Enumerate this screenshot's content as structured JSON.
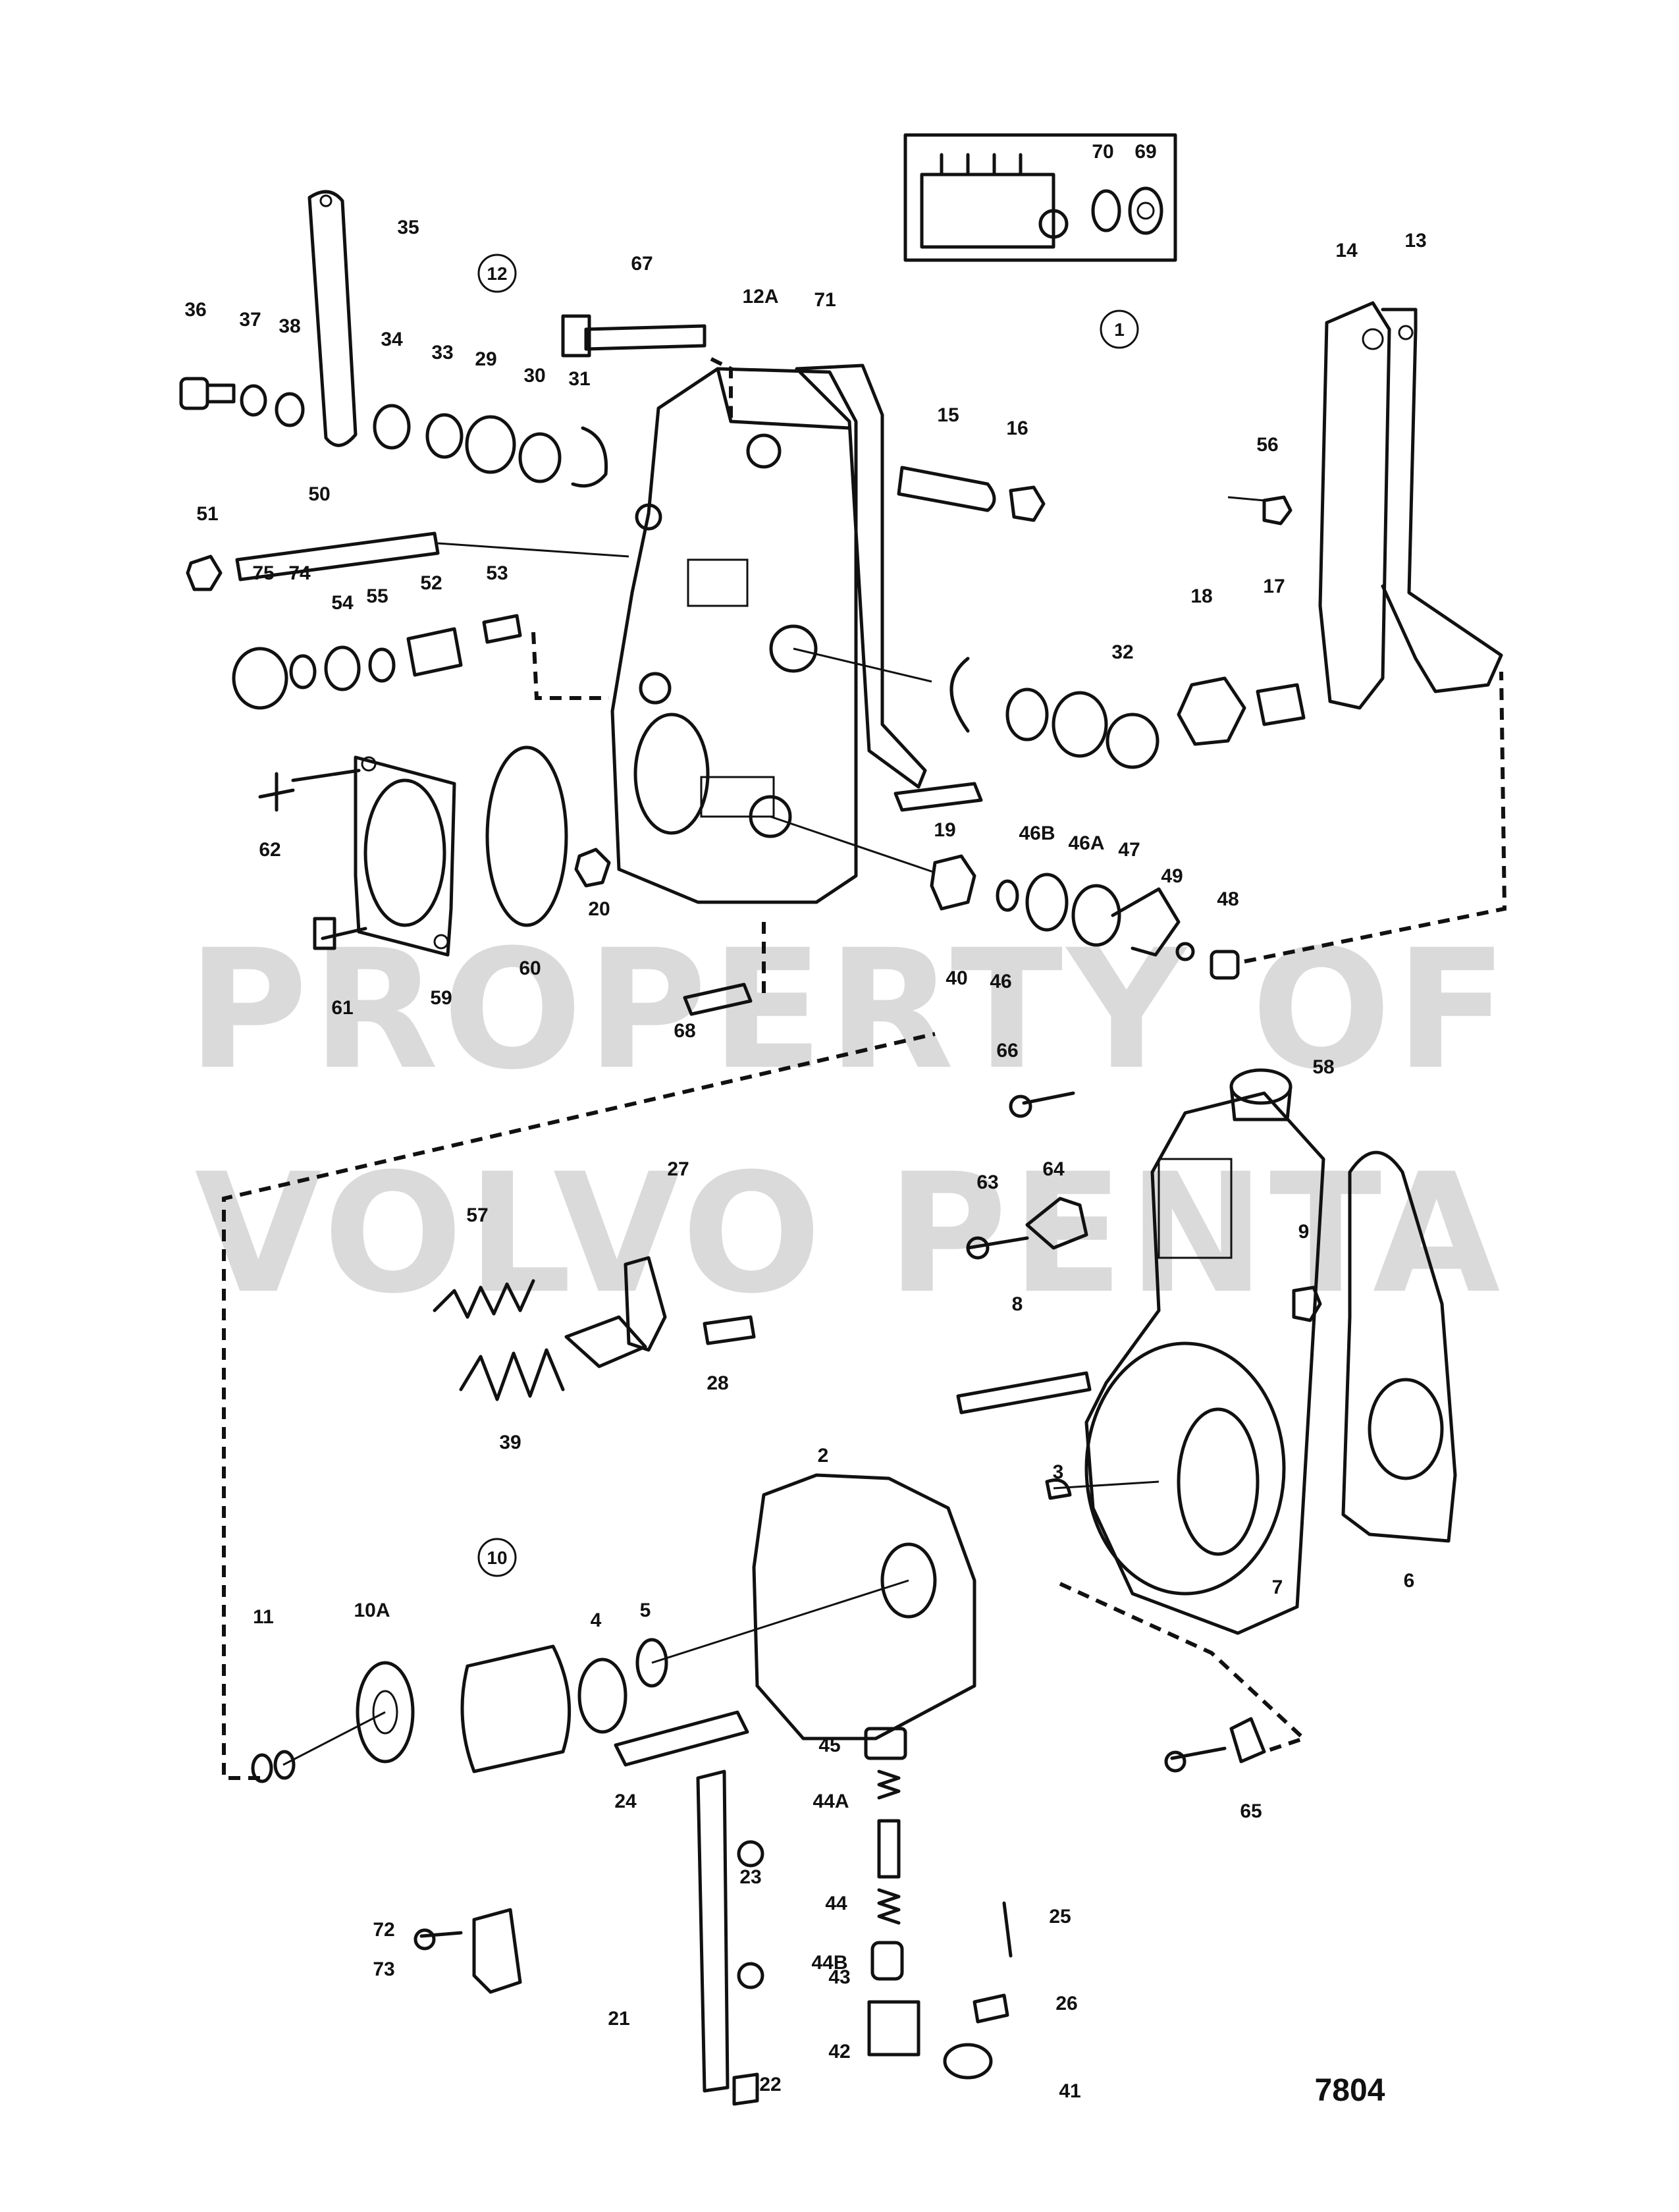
{
  "figure_number": "7804",
  "watermark": {
    "line1": "PROPERTY OF",
    "line2": "VOLVO PENTA"
  },
  "assembly_callouts": [
    "12",
    "1",
    "10"
  ],
  "part_labels": [
    "1",
    "2",
    "3",
    "4",
    "5",
    "6",
    "7",
    "8",
    "9",
    "10",
    "10A",
    "11",
    "12",
    "12A",
    "13",
    "14",
    "15",
    "16",
    "17",
    "18",
    "19",
    "20",
    "21",
    "22",
    "23",
    "24",
    "25",
    "26",
    "27",
    "28",
    "29",
    "30",
    "31",
    "32",
    "33",
    "34",
    "35",
    "36",
    "37",
    "38",
    "39",
    "40",
    "41",
    "42",
    "43",
    "44",
    "44A",
    "44B",
    "45",
    "46",
    "46A",
    "46B",
    "47",
    "48",
    "49",
    "50",
    "51",
    "52",
    "53",
    "54",
    "55",
    "56",
    "57",
    "58",
    "59",
    "60",
    "61",
    "62",
    "63",
    "64",
    "65",
    "66",
    "67",
    "68",
    "69",
    "70",
    "71",
    "72",
    "73",
    "74",
    "75"
  ]
}
